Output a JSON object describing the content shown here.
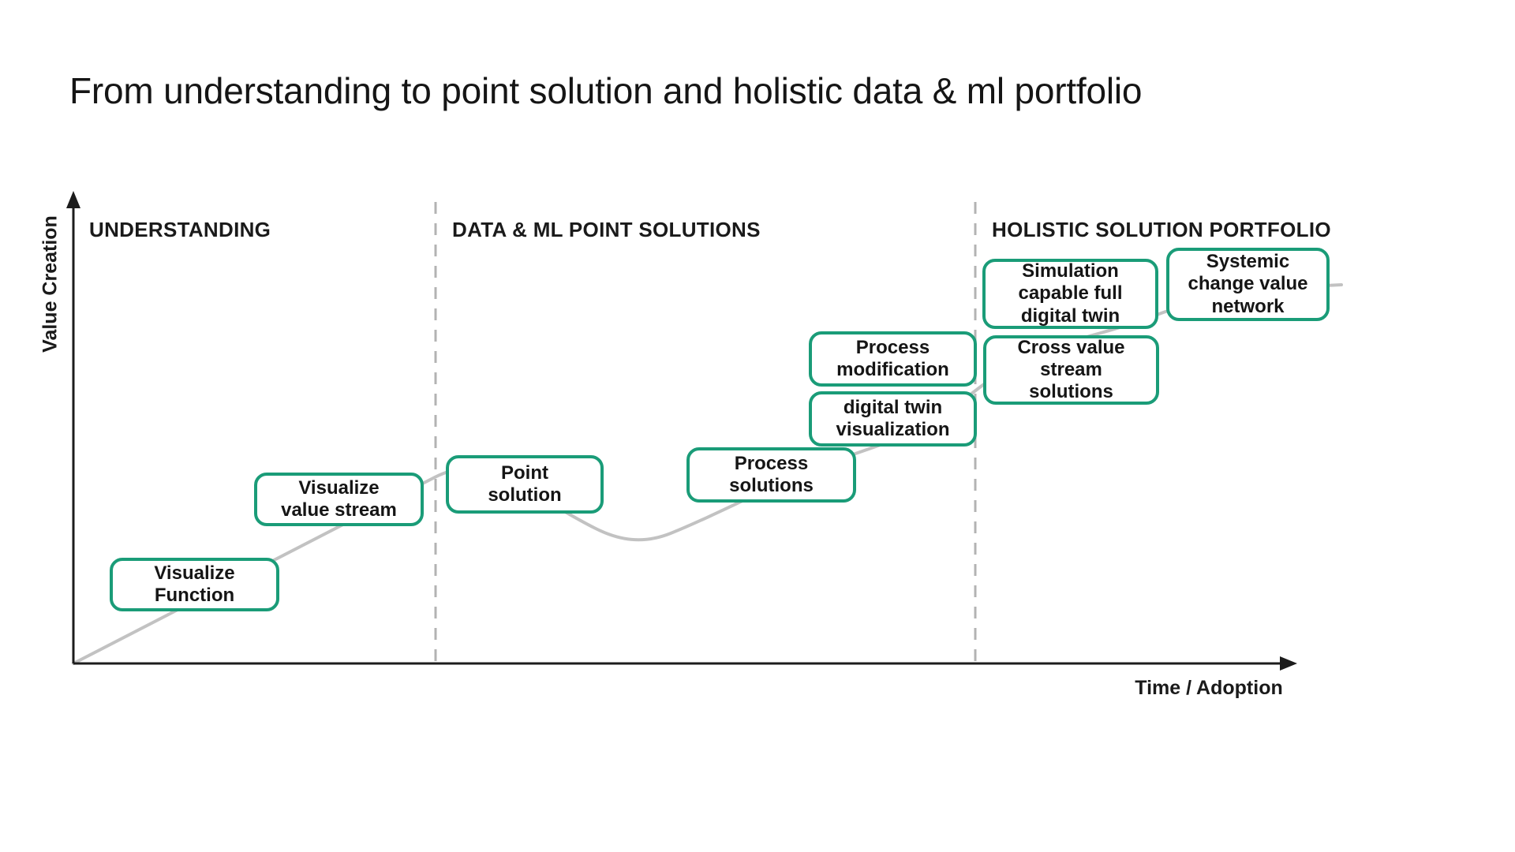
{
  "title": "From understanding to point solution and holistic data & ml portfolio",
  "axes": {
    "y_label": "Value Creation",
    "x_label": "Time / Adoption"
  },
  "phases": [
    {
      "label": "UNDERSTANDING"
    },
    {
      "label": "DATA & ML POINT SOLUTIONS"
    },
    {
      "label": "HOLISTIC SOLUTION PORTFOLIO"
    }
  ],
  "nodes": [
    {
      "id": "visualize-function",
      "label": "Visualize Function",
      "lines": [
        "Visualize",
        "Function"
      ]
    },
    {
      "id": "visualize-value-stream",
      "label": "Visualize value stream",
      "lines": [
        "Visualize",
        "value stream"
      ]
    },
    {
      "id": "point-solution",
      "label": "Point solution",
      "lines": [
        "Point",
        "solution"
      ]
    },
    {
      "id": "process-solutions",
      "label": "Process solutions",
      "lines": [
        "Process",
        "solutions"
      ]
    },
    {
      "id": "process-modification",
      "label": "Process modification",
      "lines": [
        "Process",
        "modification"
      ]
    },
    {
      "id": "digital-twin-visualization",
      "label": "digital twin visualization",
      "lines": [
        "digital twin",
        "visualization"
      ]
    },
    {
      "id": "cross-value-stream-solutions",
      "label": "Cross value stream solutions",
      "lines": [
        "Cross value",
        "stream",
        "solutions"
      ]
    },
    {
      "id": "simulation-capable-full-digital-twin",
      "label": "Simulation capable full digital twin",
      "lines": [
        "Simulation",
        "capable full",
        "digital twin"
      ]
    },
    {
      "id": "systemic-change-value-network",
      "label": "Systemic change value network",
      "lines": [
        "Systemic",
        "change value",
        "network"
      ]
    }
  ],
  "colors": {
    "box_border_green": "#1a9c78",
    "curve_gray": "#c2c2c2",
    "divider_gray": "#b3b3b3",
    "axis_black": "#1c1c1c",
    "text": "#151515"
  }
}
